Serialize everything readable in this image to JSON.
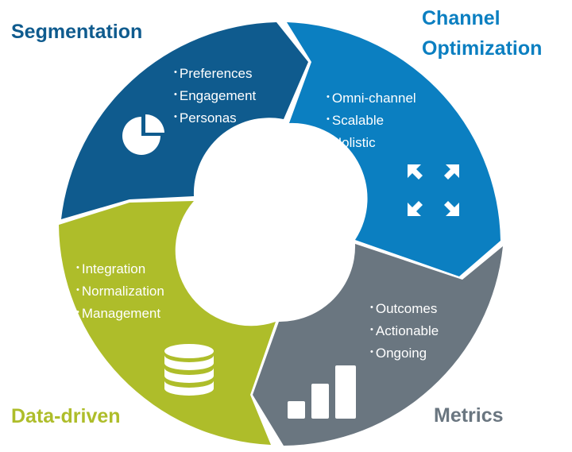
{
  "colors": {
    "segmentation": "#0f5b8e",
    "channel_optimization": "#0b7fc1",
    "metrics": "#6a7680",
    "data_driven": "#aebd2a",
    "icon": "#ffffff"
  },
  "segments": {
    "segmentation": {
      "title": "Segmentation",
      "bullets": [
        "Preferences",
        "Engagement",
        "Personas"
      ],
      "icon": "pie-chart-icon"
    },
    "channel_optimization": {
      "title_line1": "Channel",
      "title_line2": "Optimization",
      "bullets": [
        "Omni-channel",
        "Scalable",
        "Holistic"
      ],
      "icon": "expand-arrows-icon"
    },
    "metrics": {
      "title": "Metrics",
      "bullets": [
        "Outcomes",
        "Actionable",
        "Ongoing"
      ],
      "icon": "bar-chart-icon"
    },
    "data_driven": {
      "title": "Data-driven",
      "bullets": [
        "Integration",
        "Normalization",
        "Management"
      ],
      "icon": "database-icon"
    }
  }
}
